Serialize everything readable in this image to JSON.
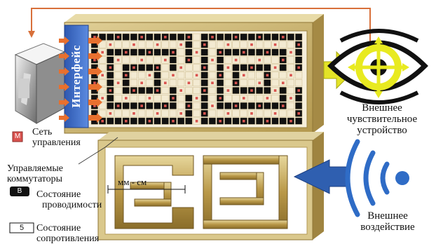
{
  "interface_label": "Интерфейс",
  "sensor": {
    "line1": "Внешнее",
    "line2": "чувствительное",
    "line3": "устройство"
  },
  "impact": {
    "line1": "Внешнее",
    "line2": "воздействие"
  },
  "measure_label": "мм - см",
  "legend": {
    "network_line1": "Сеть",
    "network_line2": "управления",
    "network_symbol": "M",
    "switches_line1": "Управляемые",
    "switches_line2": "коммутаторы",
    "conduct_symbol": "B",
    "conduct_line1": "Состояние",
    "conduct_line2": "проводимости",
    "resist_symbol": "5",
    "resist_line1": "Состояние",
    "resist_line2": "сопротивления"
  },
  "colors": {
    "frame_top": "#c9b679",
    "frame_bottom": "#b89c58",
    "panel_blue": "#3a6cc8",
    "feedback_line": "#d8703a",
    "arrow_yellow": "#e3e327",
    "arrow_blue": "#2f5fb0",
    "eye_yellow": "#e8ea20",
    "control_red": "#d9534f",
    "inverse_black": "#111111"
  }
}
